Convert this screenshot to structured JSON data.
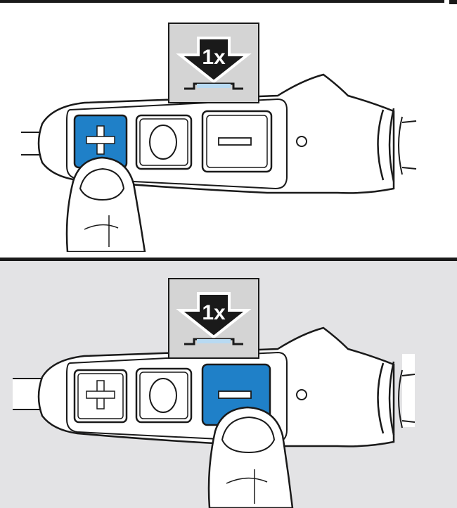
{
  "steps": [
    {
      "badge_label": "1x",
      "pressed_button": "volume-up",
      "panel_background": "#ffffff"
    },
    {
      "badge_label": "1x",
      "pressed_button": "volume-down",
      "panel_background": "#e3e3e5"
    }
  ],
  "colors": {
    "button_highlight": "#1f80c8",
    "outline": "#1a1a1a",
    "badge_background": "#d4d4d4",
    "indicator": "#b8daf2"
  },
  "icons": [
    "plus-icon",
    "circle-icon",
    "minus-icon",
    "press-arrow-icon",
    "finger-icon"
  ]
}
